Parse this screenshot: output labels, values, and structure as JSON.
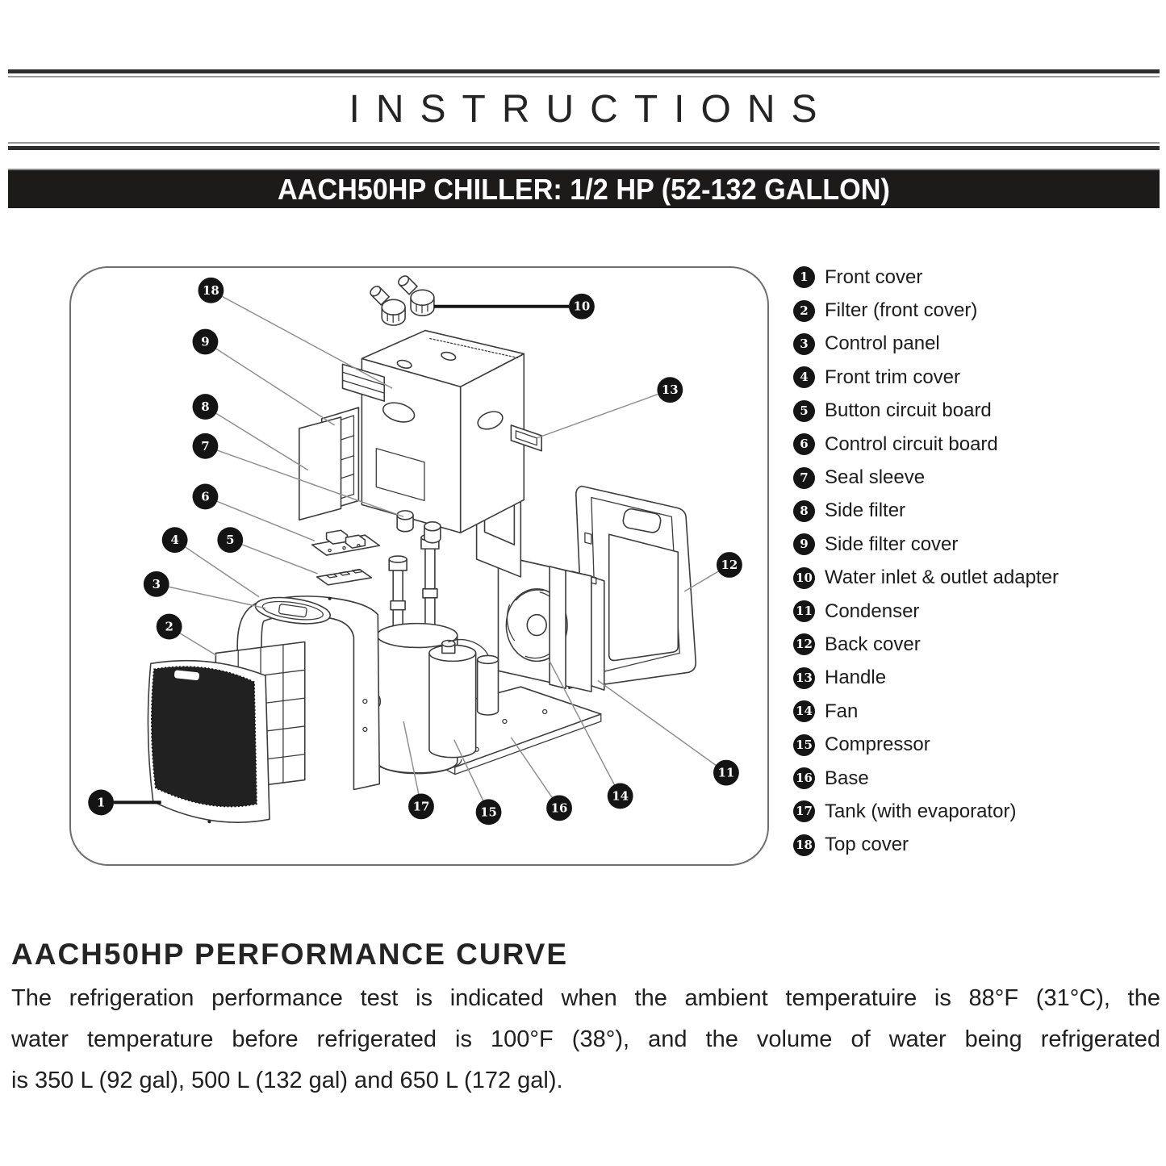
{
  "header": {
    "title": "INSTRUCTIONS",
    "banner": "AACH50HP CHILLER: 1/2 HP (52-132 GALLON)"
  },
  "parts_list": {
    "items": [
      {
        "num": "1",
        "label": "Front cover"
      },
      {
        "num": "2",
        "label": "Filter (front cover)"
      },
      {
        "num": "3",
        "label": "Control panel"
      },
      {
        "num": "4",
        "label": "Front trim cover"
      },
      {
        "num": "5",
        "label": "Button circuit board"
      },
      {
        "num": "6",
        "label": "Control circuit board"
      },
      {
        "num": "7",
        "label": "Seal sleeve"
      },
      {
        "num": "8",
        "label": "Side filter"
      },
      {
        "num": "9",
        "label": "Side filter cover"
      },
      {
        "num": "10",
        "label": "Water inlet & outlet adapter"
      },
      {
        "num": "11",
        "label": "Condenser"
      },
      {
        "num": "12",
        "label": "Back cover"
      },
      {
        "num": "13",
        "label": "Handle"
      },
      {
        "num": "14",
        "label": "Fan"
      },
      {
        "num": "15",
        "label": "Compressor"
      },
      {
        "num": "16",
        "label": "Base"
      },
      {
        "num": "17",
        "label": "Tank (with evaporator)"
      },
      {
        "num": "18",
        "label": "Top cover"
      }
    ]
  },
  "performance": {
    "heading": "AACH50HP PERFORMANCE CURVE",
    "line1": "The refrigeration performance test is indicated when the ambient temperatuire is 88°F (31°C), the",
    "line2": "water temperature before refrigerated is 100°F (38°), and the volume of water being refrigerated",
    "line3": "is 350 L (92 gal), 500 L (132 gal) and 650 L (172 gal)."
  },
  "colors": {
    "banner_bg": "#1d1b19",
    "ink": "#1f1f1f",
    "rule_dark": "#2e2e2e",
    "rule_light": "#989898"
  }
}
